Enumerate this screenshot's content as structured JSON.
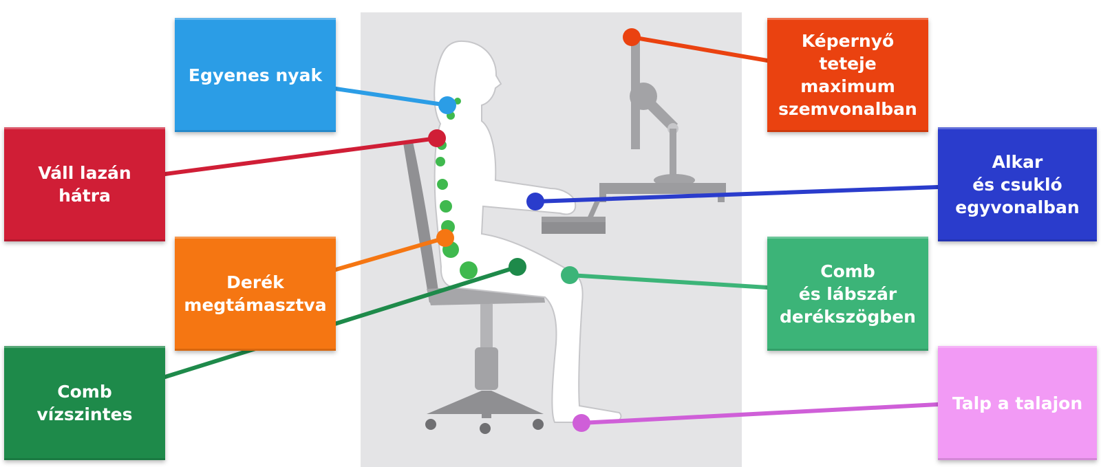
{
  "labels": {
    "neck": "Egyenes nyak",
    "shoulder": "Váll lazán\nhátra",
    "lumbar": "Derék\nmegtámasztva",
    "thigh": "Comb\nvízszintes",
    "screen": "Képernyő\nteteje\nmaximum\nszemvonalban",
    "forearm": "Alkar\nés csukló\negyvonalban",
    "knee": "Comb\nés lábszár\nderékszögben",
    "feet": "Talp a talajon"
  },
  "colors": {
    "neck": "#2b9de6",
    "shoulder": "#d01e36",
    "lumbar": "#f57612",
    "thigh": "#1e8a4a",
    "screen": "#ea4210",
    "forearm": "#2a3ccc",
    "knee": "#3cb478",
    "feet": "#f29af5",
    "spine": "#3fb94e",
    "background": "#e4e4e6"
  }
}
